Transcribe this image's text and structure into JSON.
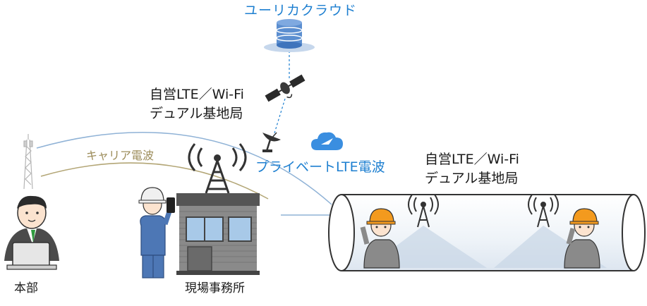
{
  "labels": {
    "cloud": "ユーリカクラウド",
    "base_station_1": [
      "自営LTE／Wi-Fi",
      "デュアル基地局"
    ],
    "carrier_wave": "キャリア電波",
    "private_wave": "プライベートLTE電波",
    "base_station_2": [
      "自営LTE／Wi-Fi",
      "デュアル基地局"
    ],
    "headquarters": "本部",
    "site_office": "現場事務所"
  },
  "colors": {
    "link_blue": "#1d7fd0",
    "carrier_line": "#b3a676",
    "hardhat_orange": "#f39a1e",
    "workwear_blue": "#4d77b5",
    "office_wall": "#6b6b6b",
    "tunnel_fill": "#eef3f8"
  },
  "icons": [
    "database-icon",
    "satellite-icon",
    "dish-antenna-icon",
    "cloud-icon",
    "cell-tower-icon",
    "antenna-icon",
    "worker-icon",
    "office-worker-icon"
  ]
}
